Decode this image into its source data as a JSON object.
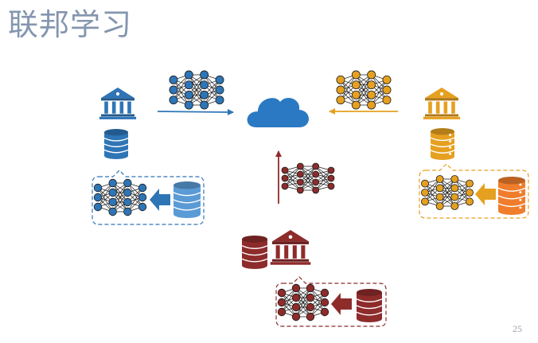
{
  "title": "联邦学习",
  "page_number": "25",
  "colors": {
    "title": "#8496b0",
    "blue": "#2e75b6",
    "gold": "#e6a020",
    "red": "#8e2b2b",
    "orange": "#f07d2c",
    "light_blue": "#5b9bd5",
    "cloud": "#2b79c2"
  },
  "nodes": [
    {
      "id": "cloud",
      "icon": "cloud-icon"
    },
    {
      "id": "bank-blue",
      "icon": "bank-icon",
      "color": "blue"
    },
    {
      "id": "bank-gold",
      "icon": "bank-icon",
      "color": "gold"
    },
    {
      "id": "bank-red",
      "icon": "bank-icon",
      "color": "red"
    },
    {
      "id": "db-blue",
      "icon": "database-icon"
    },
    {
      "id": "db-gold",
      "icon": "database-icon"
    },
    {
      "id": "db-red",
      "icon": "database-icon"
    },
    {
      "id": "local-blue",
      "icon": "neural-network-icon"
    },
    {
      "id": "local-gold",
      "icon": "neural-network-icon"
    },
    {
      "id": "local-red",
      "icon": "neural-network-icon"
    }
  ]
}
